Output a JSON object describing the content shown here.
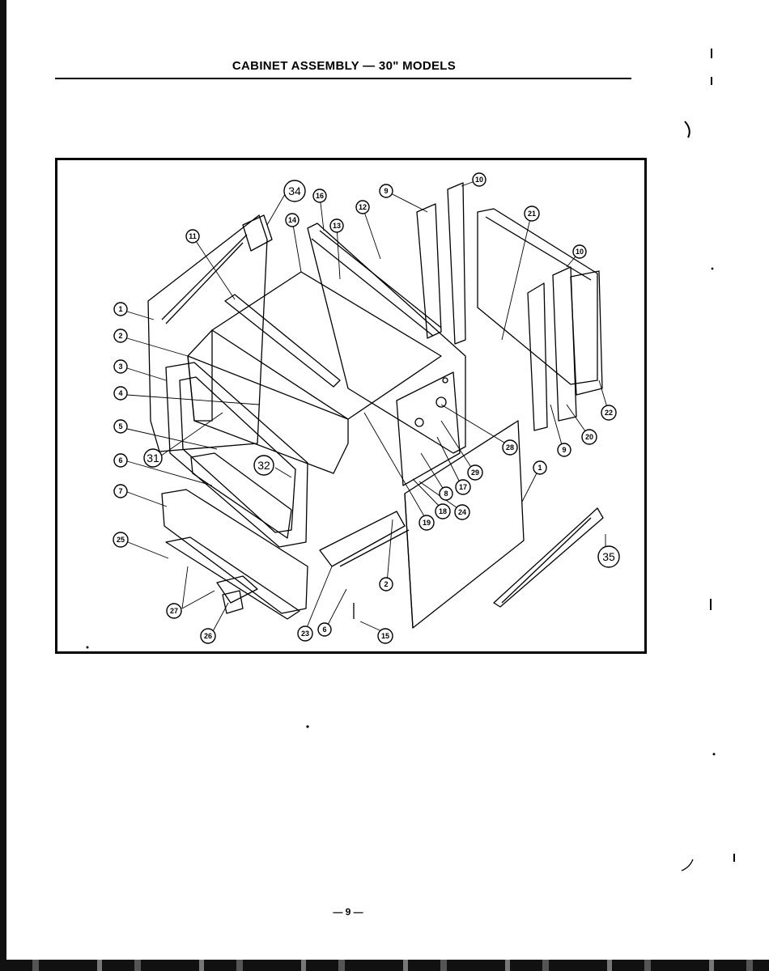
{
  "header": {
    "title": "CABINET ASSEMBLY — 30\" MODELS"
  },
  "footer": {
    "page_number": "— 9 —"
  },
  "diagram": {
    "callouts": {
      "c1a": "1",
      "c2a": "2",
      "c3": "3",
      "c4": "4",
      "c5": "5",
      "c6a": "6",
      "c7": "7",
      "c25": "25",
      "c27": "27",
      "c26": "26",
      "c23b": "23",
      "c6b": "6",
      "c2b": "2",
      "c15b": "15",
      "c19": "19",
      "c18": "18",
      "c24": "24",
      "c8": "8",
      "c17": "17",
      "c29": "29",
      "c28": "28",
      "c1b": "1",
      "c35": "35",
      "c9b": "9",
      "c20": "20",
      "c22": "22",
      "c10b": "10",
      "c21": "21",
      "c10a": "10",
      "c9a": "9",
      "c12": "12",
      "c13": "13",
      "c16": "16",
      "c14": "14",
      "c34": "34",
      "c11": "11",
      "c31": "31",
      "c32": "32"
    }
  }
}
